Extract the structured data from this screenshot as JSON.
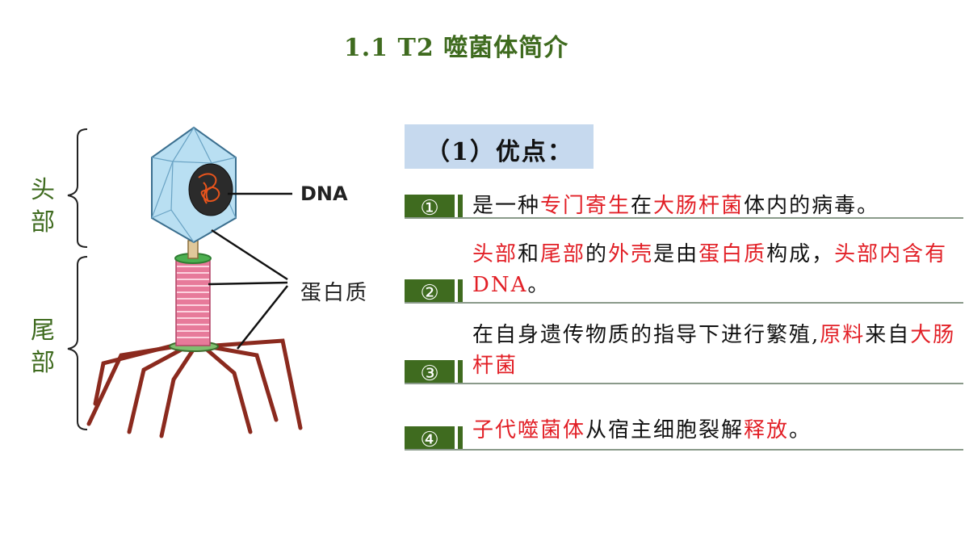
{
  "slide": {
    "title": "1.1  T2 噬菌体简介"
  },
  "diagram": {
    "labels": {
      "head": "头部",
      "tail": "尾部",
      "dna": "DNA",
      "protein": "蛋白质"
    }
  },
  "section": {
    "heading": "（1）优点："
  },
  "items": [
    {
      "number": "①",
      "segments": [
        {
          "text": "是一种",
          "highlight": false
        },
        {
          "text": "专门寄生",
          "highlight": true
        },
        {
          "text": "在",
          "highlight": false
        },
        {
          "text": "大肠杆菌",
          "highlight": true
        },
        {
          "text": "体内的病毒。",
          "highlight": false
        }
      ]
    },
    {
      "number": "②",
      "segments": [
        {
          "text": "头部",
          "highlight": true
        },
        {
          "text": "和",
          "highlight": false
        },
        {
          "text": "尾部",
          "highlight": true
        },
        {
          "text": "的",
          "highlight": false
        },
        {
          "text": "外壳",
          "highlight": true
        },
        {
          "text": "是由",
          "highlight": false
        },
        {
          "text": "蛋白质",
          "highlight": true
        },
        {
          "text": "构成，",
          "highlight": false
        },
        {
          "text": "头部内含有DNA",
          "highlight": true
        },
        {
          "text": "。",
          "highlight": false
        }
      ]
    },
    {
      "number": "③",
      "segments": [
        {
          "text": "在自身遗传物质的指导下进行繁殖,",
          "highlight": false
        },
        {
          "text": "原料",
          "highlight": true
        },
        {
          "text": "来自",
          "highlight": false
        },
        {
          "text": "大肠杆菌",
          "highlight": true
        }
      ]
    },
    {
      "number": "④",
      "segments": [
        {
          "text": "子代噬菌体",
          "highlight": true
        },
        {
          "text": "从宿主细胞裂解",
          "highlight": false
        },
        {
          "text": "释放",
          "highlight": true
        },
        {
          "text": "。",
          "highlight": false
        }
      ]
    }
  ],
  "colors": {
    "title_green": "#3f6b1f",
    "highlight_red": "#e21f26",
    "heading_bg": "#c6d9ee"
  }
}
